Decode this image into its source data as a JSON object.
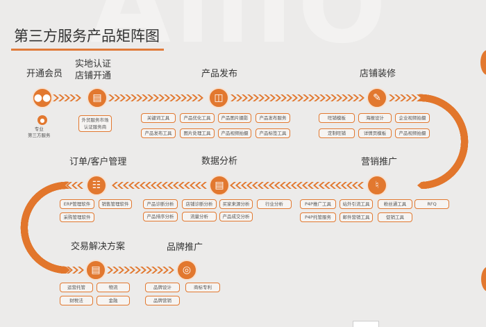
{
  "header": {
    "title": "第三方服务产品矩阵图"
  },
  "stages": {
    "open_member": "开通会员",
    "verify_store_line1": "实地认证",
    "verify_store_line2": "店铺开通",
    "product_publish": "产品发布",
    "store_decoration": "店铺装修",
    "order_customer": "订单/客户管理",
    "data_analysis": "数据分析",
    "marketing": "营销推广",
    "transaction": "交易解决方案",
    "brand_promotion": "品牌推广"
  },
  "open_member_sub": {
    "line1": "专业",
    "line2": "第三方服务"
  },
  "verify_box": {
    "line1": "外贸服务市场",
    "line2": "认证服务商"
  },
  "product_tools": [
    "关键词工具",
    "产品优化工具",
    "产品图片摄影",
    "产品发布服务",
    "产品发布工具",
    "图片处理工具",
    "产品视频拍摄",
    "产品标签工具"
  ],
  "decoration_tools": [
    "旺铺模板",
    "海报设计",
    "企业视频拍摄",
    "定制旺铺",
    "详情页模板",
    "产品视频拍摄"
  ],
  "order_tools": [
    "ERP管理软件",
    "销售管理软件",
    "采购管理软件"
  ],
  "data_tools": [
    "产品诊断分析",
    "店铺诊断分析",
    "买家来源分析",
    "行业分析",
    "产品排序分析",
    "流量分析",
    "产品成交分析"
  ],
  "marketing_tools": [
    "P4P推广工具",
    "站外引流工具",
    "粉丝通工具",
    "RFQ",
    "P4P托管服务",
    "邮件营销工具",
    "促销工具"
  ],
  "transaction_tools": [
    "运营托管",
    "物流",
    "财税法",
    "金融"
  ],
  "brand_tools": [
    "品牌设计",
    "商标专利",
    "品牌营销"
  ],
  "icons": {
    "open_member": "members-icon",
    "verify_store": "store-certificate-icon",
    "product_publish": "box-icon",
    "store_decoration": "brush-icon",
    "order_customer": "clipboard-icon",
    "data_analysis": "chart-monitor-icon",
    "marketing": "megaphone-icon",
    "transaction": "building-icon",
    "brand_promotion": "target-icon",
    "professional": "person-icon"
  },
  "colors": {
    "accent": "#e2782f",
    "background": "#ecebea",
    "title_underline": "#e07b3a"
  }
}
